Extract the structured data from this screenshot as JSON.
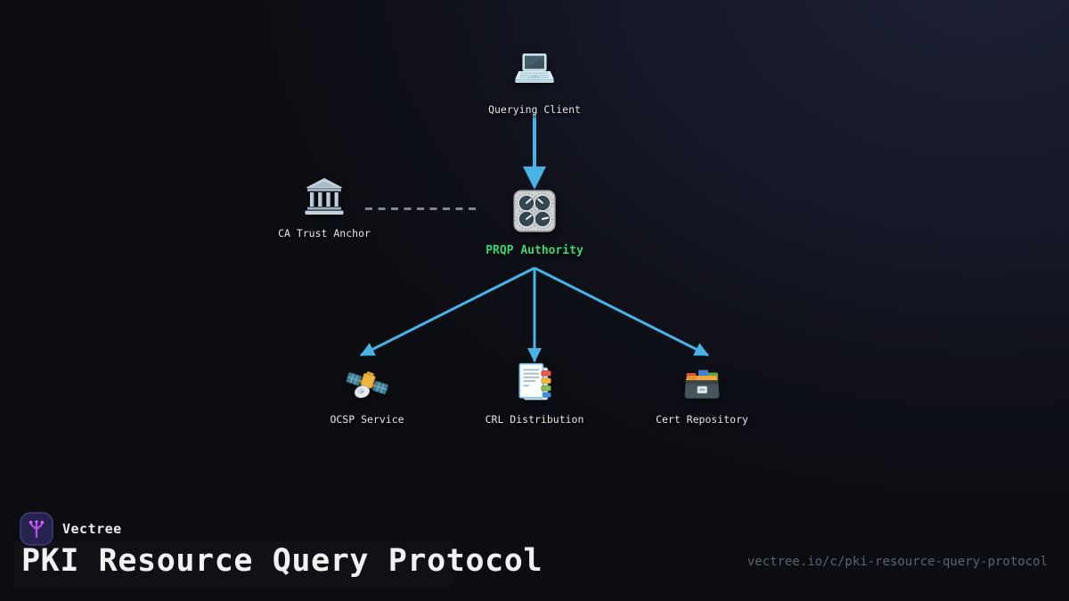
{
  "brand": {
    "name": "Vectree",
    "title": "PKI Resource Query Protocol",
    "url": "vectree.io/c/pki-resource-query-protocol",
    "logo_bg": "#26224e",
    "logo_glyph_color": "#b94fe8"
  },
  "diagram": {
    "nodes": [
      {
        "id": "querying-client",
        "label": "Querying Client",
        "icon": "laptop-icon"
      },
      {
        "id": "ca-trust-anchor",
        "label": "CA Trust Anchor",
        "icon": "bank-icon"
      },
      {
        "id": "prqp-authority",
        "label": "PRQP Authority",
        "icon": "control-knobs-icon",
        "label_color": "#36d977"
      },
      {
        "id": "ocsp-service",
        "label": "OCSP Service",
        "icon": "satellite-icon"
      },
      {
        "id": "crl-distribution",
        "label": "CRL Distribution",
        "icon": "bookmark-tabs-icon"
      },
      {
        "id": "cert-repository",
        "label": "Cert Repository",
        "icon": "card-file-box-icon"
      }
    ],
    "edges": [
      {
        "from": "querying-client",
        "to": "prqp-authority",
        "style": "solid-arrow",
        "color": "#4ab3e6"
      },
      {
        "from": "ca-trust-anchor",
        "to": "prqp-authority",
        "style": "dashed",
        "color": "#7f858c"
      },
      {
        "from": "prqp-authority",
        "to": "ocsp-service",
        "style": "solid-arrow",
        "color": "#4ab3e6"
      },
      {
        "from": "prqp-authority",
        "to": "crl-distribution",
        "style": "solid-arrow",
        "color": "#4ab3e6"
      },
      {
        "from": "prqp-authority",
        "to": "cert-repository",
        "style": "solid-arrow",
        "color": "#4ab3e6"
      }
    ],
    "colors": {
      "arrow": "#4ab3e6",
      "dashed_link": "#7f858c",
      "authority_label": "#36d977",
      "node_label": "#e8e8e8",
      "background": "#0c0d11"
    }
  }
}
